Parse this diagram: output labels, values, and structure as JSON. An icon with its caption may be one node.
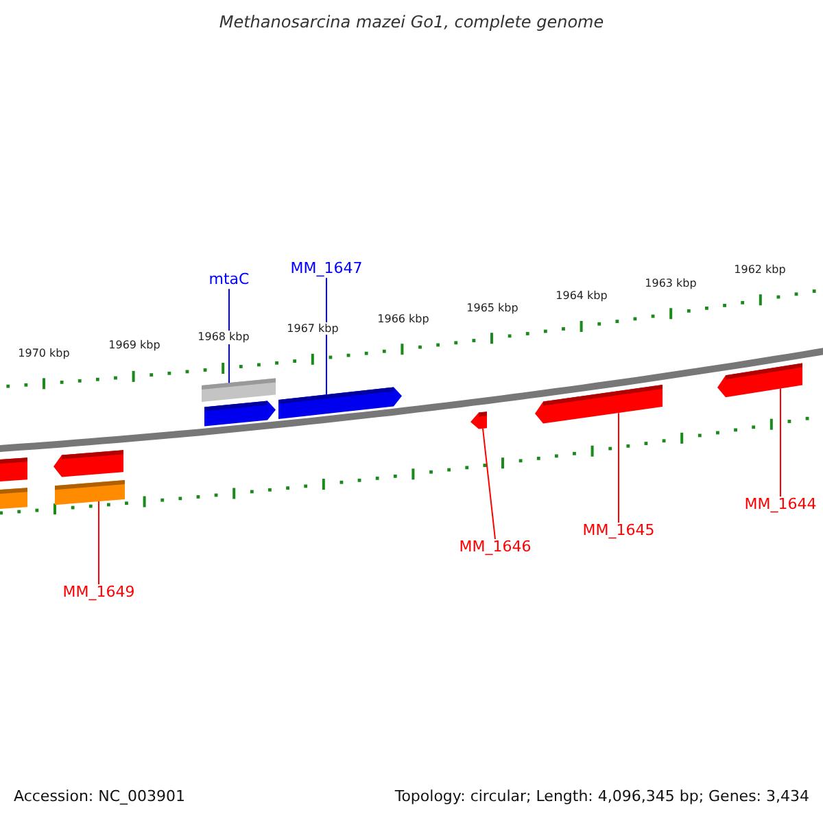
{
  "diagram": {
    "title": "Methanosarcina mazei Go1, complete genome",
    "nodes": [
      {
        "text": [
          "mtaC"
        ]
      },
      {
        "text": [
          "MM_1647"
        ]
      },
      {
        "text": [],
        "shape": "bar"
      },
      {
        "text": [],
        "shape": "arrow"
      },
      {
        "text": [],
        "shape": "arrow"
      },
      {
        "text": [],
        "shape": "arrow"
      },
      {
        "text": [],
        "shape": "arrow"
      },
      {
        "text": [],
        "shape": "arrow"
      },
      {
        "text": [],
        "shape": "arrow"
      },
      {
        "text": [],
        "shape": "arrow"
      },
      {
        "text": [],
        "shape": "bar"
      },
      {
        "text": [],
        "shape": "bar"
      },
      {
        "text": [
          "MM_1649"
        ]
      },
      {
        "text": [
          "MM_1646"
        ]
      },
      {
        "text": [
          "MM_1645"
        ]
      },
      {
        "text": [
          "MM_1644"
        ]
      }
    ],
    "edges": [
      {
        "from": 0,
        "to": 2,
        "arrow": "none",
        "color": "#0000ff"
      },
      {
        "from": 1,
        "to": 4,
        "arrow": "none",
        "color": "#0000ff"
      },
      {
        "from": 12,
        "to": 11,
        "arrow": "none"
      },
      {
        "from": 13,
        "to": 7,
        "arrow": "none"
      },
      {
        "from": 14,
        "to": 6,
        "arrow": "none"
      },
      {
        "from": 15,
        "to": 5,
        "arrow": "none"
      }
    ],
    "labels": [
      "1962 kbp",
      "1963 kbp",
      "1964 kbp",
      "1965 kbp",
      "1966 kbp",
      "1967 kbp",
      "1968 kbp",
      "1969 kbp",
      "1970 kbp",
      "Accession: NC_003901",
      "Topology: circular; Length: 4,096,345 bp; Genes: 3,434"
    ]
  }
}
